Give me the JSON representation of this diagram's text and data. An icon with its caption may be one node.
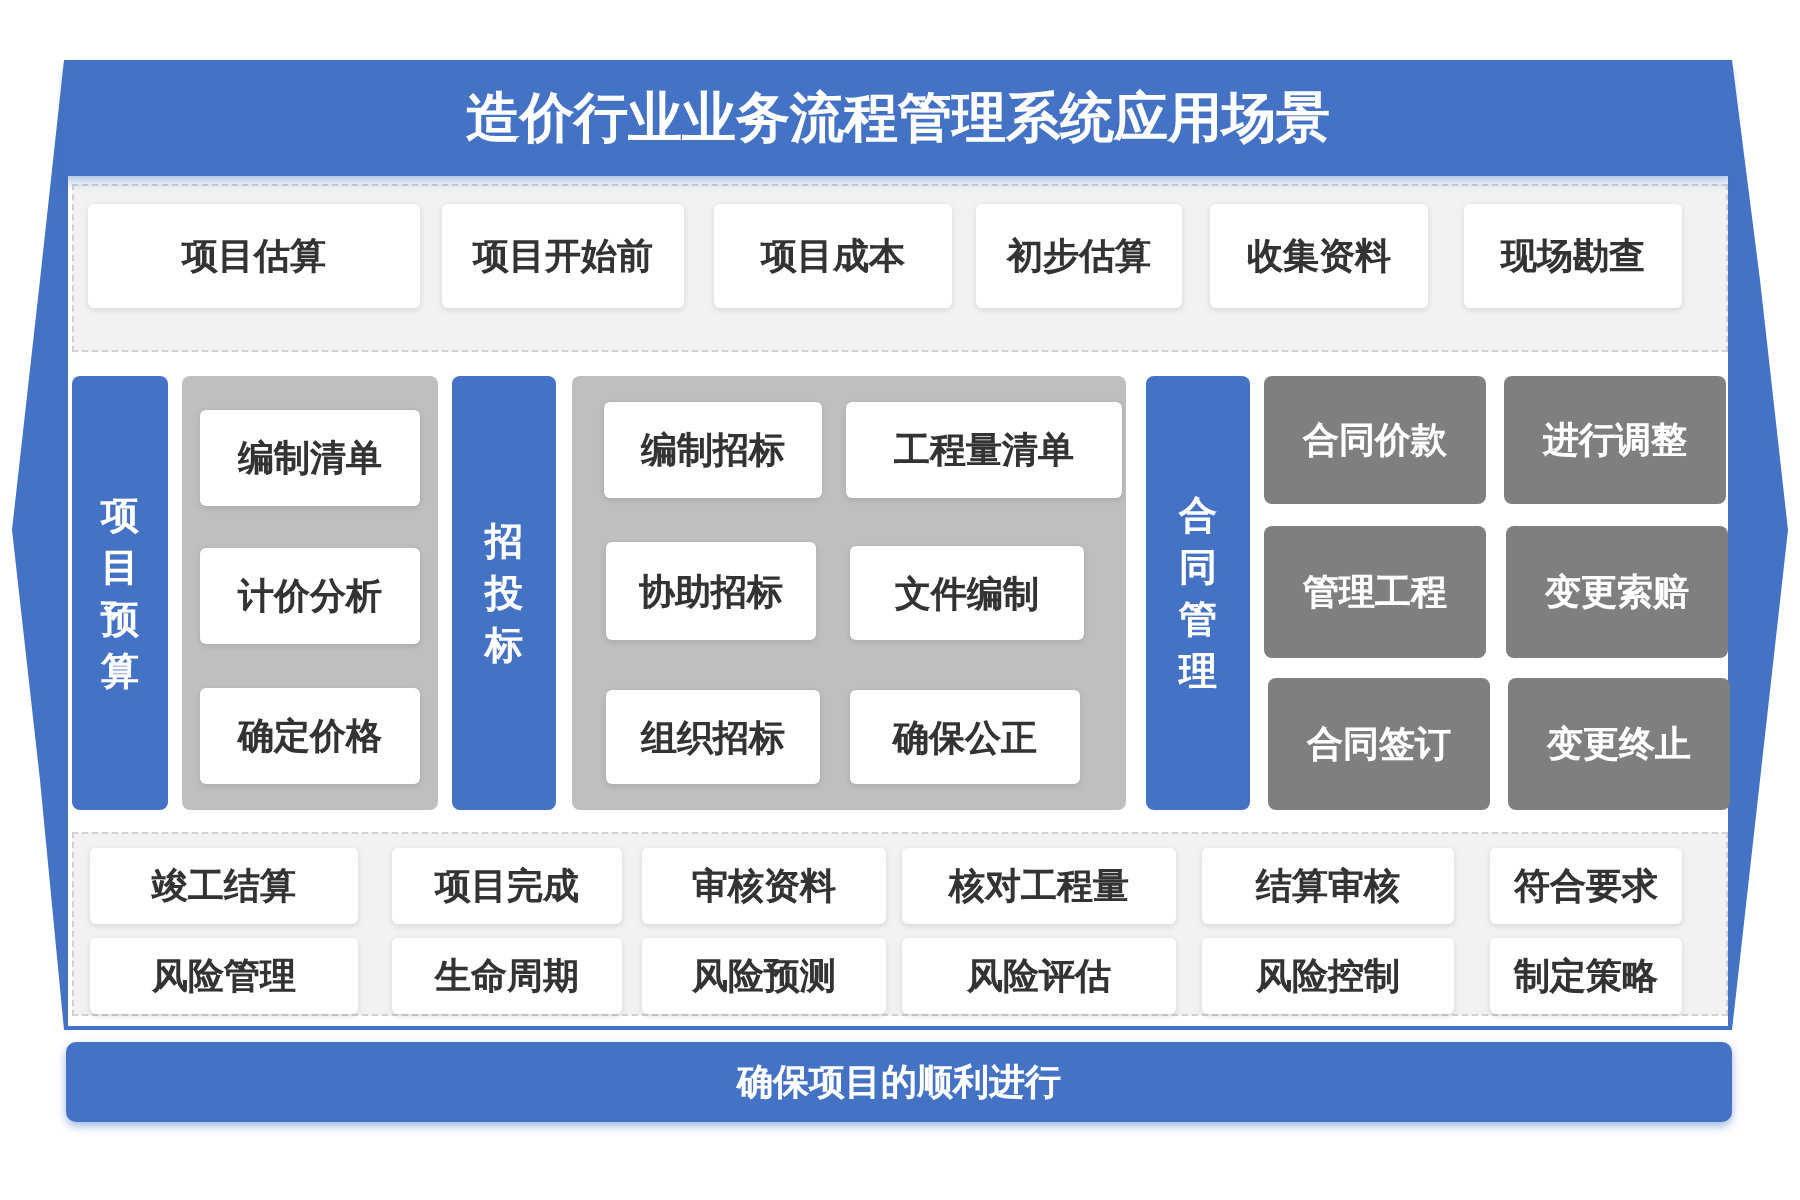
{
  "diagram": {
    "title": "造价行业业务流程管理系统应用场景",
    "nodes": [
      {
        "text": [],
        "shape": "box"
      },
      {
        "text": [
          "项目估算"
        ],
        "in": 0
      },
      {
        "text": [
          "项目开始前"
        ],
        "in": 0
      },
      {
        "text": [
          "项目成本"
        ],
        "in": 0
      },
      {
        "text": [
          "初步估算"
        ],
        "in": 0
      },
      {
        "text": [
          "收集资料"
        ],
        "in": 0
      },
      {
        "text": [
          "现场勘查"
        ],
        "in": 0
      },
      {
        "text": [
          "项目预算"
        ]
      },
      {
        "text": [],
        "shape": "box"
      },
      {
        "text": [
          "编制清单"
        ],
        "in": 8
      },
      {
        "text": [
          "计价分析"
        ],
        "in": 8
      },
      {
        "text": [
          "确定价格"
        ],
        "in": 8
      },
      {
        "text": [
          "招投标"
        ]
      },
      {
        "text": [],
        "shape": "box"
      },
      {
        "text": [
          "编制招标"
        ],
        "in": 13
      },
      {
        "text": [
          "工程量清单"
        ],
        "in": 13
      },
      {
        "text": [
          "协助招标"
        ],
        "in": 13
      },
      {
        "text": [
          "文件编制"
        ],
        "in": 13
      },
      {
        "text": [
          "组织招标"
        ],
        "in": 13
      },
      {
        "text": [
          "确保公正"
        ],
        "in": 13
      },
      {
        "text": [
          "合同管理"
        ]
      },
      {
        "text": [
          "合同价款"
        ]
      },
      {
        "text": [
          "进行调整"
        ]
      },
      {
        "text": [
          "管理工程"
        ]
      },
      {
        "text": [
          "变更索赔"
        ]
      },
      {
        "text": [
          "合同签订"
        ]
      },
      {
        "text": [
          "变更终止"
        ]
      },
      {
        "text": [],
        "shape": "box"
      },
      {
        "text": [
          "竣工结算"
        ],
        "in": 27
      },
      {
        "text": [
          "项目完成"
        ],
        "in": 27
      },
      {
        "text": [
          "审核资料"
        ],
        "in": 27
      },
      {
        "text": [
          "核对工程量"
        ],
        "in": 27
      },
      {
        "text": [
          "结算审核"
        ],
        "in": 27
      },
      {
        "text": [
          "符合要求"
        ],
        "in": 27
      },
      {
        "text": [
          "风险管理"
        ],
        "in": 27
      },
      {
        "text": [
          "生命周期"
        ],
        "in": 27
      },
      {
        "text": [
          "风险预测"
        ],
        "in": 27
      },
      {
        "text": [
          "风险评估"
        ],
        "in": 27
      },
      {
        "text": [
          "风险控制"
        ],
        "in": 27
      },
      {
        "text": [
          "制定策略"
        ],
        "in": 27
      },
      {
        "text": [
          "确保项目的顺利进行"
        ]
      }
    ]
  }
}
